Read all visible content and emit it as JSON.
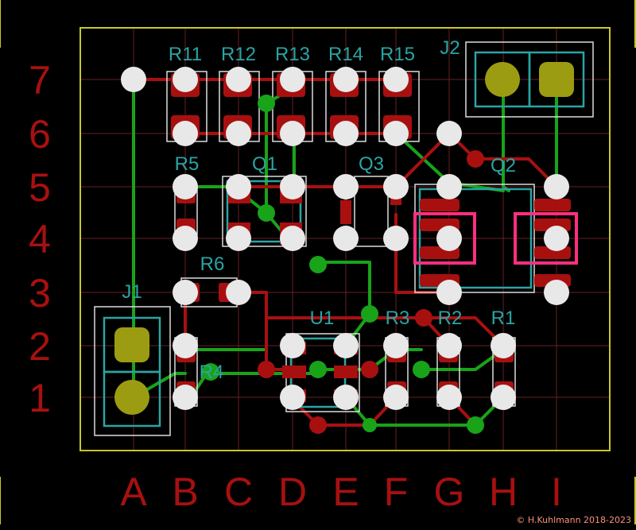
{
  "board": {
    "background": "#000000",
    "outline_color": "#c7c72a",
    "grid_color": "#6a1f22",
    "copper_color": "#a81010",
    "trace_green": "#19a319",
    "silk_color": "#dcdcdc",
    "fab_color": "#2aa4a4",
    "highlight_color": "#ff2f7f",
    "via_green": "#19a319"
  },
  "columns": [
    "A",
    "B",
    "C",
    "D",
    "E",
    "F",
    "G",
    "H",
    "I"
  ],
  "rows": [
    "1",
    "2",
    "3",
    "4",
    "5",
    "6",
    "7"
  ],
  "components": [
    {
      "ref": "R11",
      "name": "resistor-R11"
    },
    {
      "ref": "R12",
      "name": "resistor-R12"
    },
    {
      "ref": "R13",
      "name": "resistor-R13"
    },
    {
      "ref": "R14",
      "name": "resistor-R14"
    },
    {
      "ref": "R15",
      "name": "resistor-R15"
    },
    {
      "ref": "J2",
      "name": "connector-J2"
    },
    {
      "ref": "R5",
      "name": "resistor-R5"
    },
    {
      "ref": "Q1",
      "name": "transistor-Q1"
    },
    {
      "ref": "Q3",
      "name": "transistor-Q3"
    },
    {
      "ref": "Q2",
      "name": "transistor-Q2"
    },
    {
      "ref": "R6",
      "name": "resistor-R6"
    },
    {
      "ref": "J1",
      "name": "connector-J1"
    },
    {
      "ref": "U1",
      "name": "ic-U1"
    },
    {
      "ref": "R3",
      "name": "resistor-R3"
    },
    {
      "ref": "R2",
      "name": "resistor-R2"
    },
    {
      "ref": "R1",
      "name": "resistor-R1"
    },
    {
      "ref": "R4",
      "name": "resistor-R4"
    }
  ],
  "copyright": "© H.Kuhlmann 2018-2023"
}
